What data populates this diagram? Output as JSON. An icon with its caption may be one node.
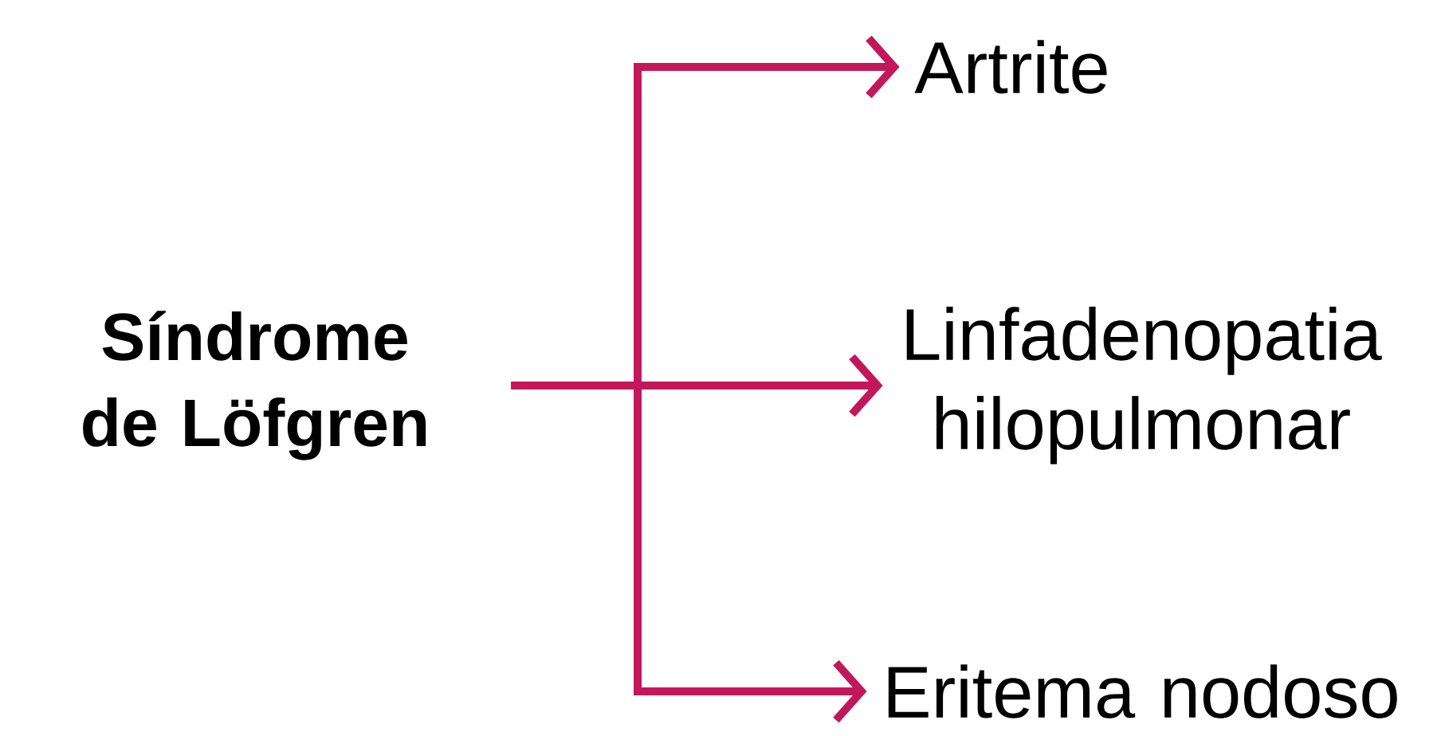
{
  "diagram": {
    "nodes": [
      {
        "text": [
          "Síndrome de Löfgren"
        ]
      },
      {
        "text": [
          "Artrite"
        ]
      },
      {
        "text": [
          "Linfadenopatia hilopulmonar"
        ]
      },
      {
        "text": [
          "Eritema nodoso"
        ]
      }
    ],
    "edges": [
      {
        "from": 0,
        "to": 1,
        "arrow": "to",
        "color": "#c2185b"
      },
      {
        "from": 0,
        "to": 2,
        "arrow": "to",
        "color": "#c2185b"
      },
      {
        "from": 0,
        "to": 3,
        "arrow": "to",
        "color": "#c2185b"
      }
    ]
  }
}
